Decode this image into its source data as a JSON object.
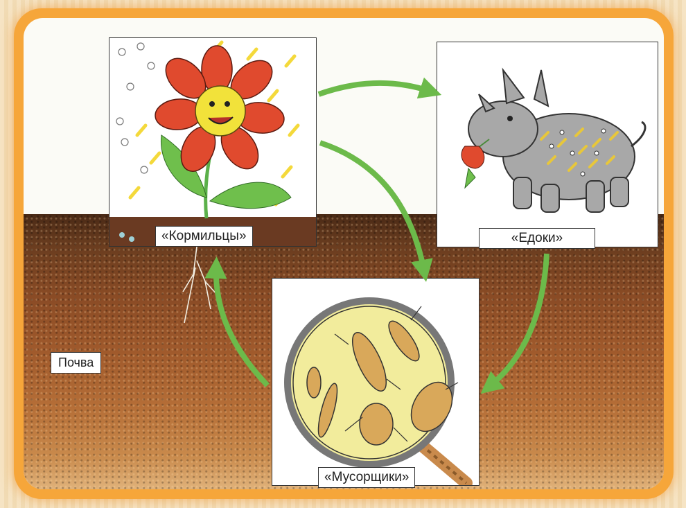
{
  "diagram": {
    "labels": {
      "producers": "«Кормильцы»",
      "consumers": "«Едоки»",
      "decomposers": "«Мусорщики»",
      "soil": "Почва"
    },
    "colors": {
      "frame": "#f6a63a",
      "arrow": "#6cba4a",
      "soil": "#8a4b25",
      "flower_petals": "#e04a2e",
      "flower_center": "#f2e23a",
      "rhino": "#a8a8a8",
      "magnifier_lens": "#f2ec9c"
    },
    "icons": [
      "flower-icon",
      "rhino-icon",
      "magnifier-icon",
      "bug-icon"
    ]
  }
}
